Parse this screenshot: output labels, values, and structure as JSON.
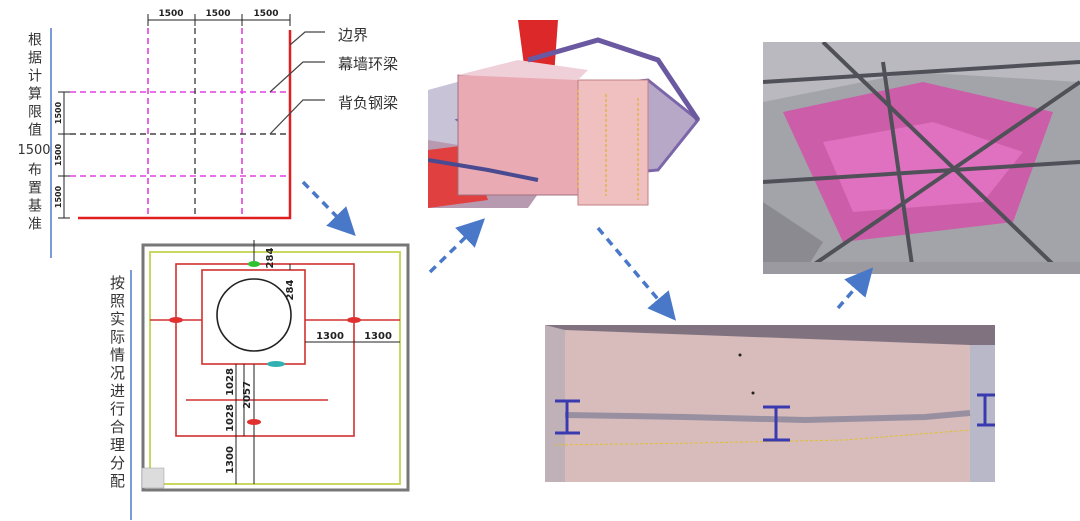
{
  "top_dims": [
    "1500",
    "1500",
    "1500"
  ],
  "left_dims": [
    "1500",
    "1500",
    "1500"
  ],
  "left_side_text": {
    "top": "根据计算限值",
    "num": "1500",
    "bottom": "布置基准"
  },
  "legend": [
    "边界",
    "幕墙环梁",
    "背负钢梁"
  ],
  "plan_side_text": "按照实际情况进行合理分配",
  "plan_dims": {
    "d284a": "284",
    "d284b": "284",
    "d1300a": "1300",
    "d1300b": "1300",
    "d1028a": "1028",
    "d1028b": "1028",
    "d2057": "2057",
    "d1300c": "1300"
  },
  "colors": {
    "boundary": "#e02020",
    "ring_beam": "#e040e0",
    "back_beam": "#444444",
    "arrow": "#4a78c8",
    "side_bar": "#7a9ad8"
  }
}
